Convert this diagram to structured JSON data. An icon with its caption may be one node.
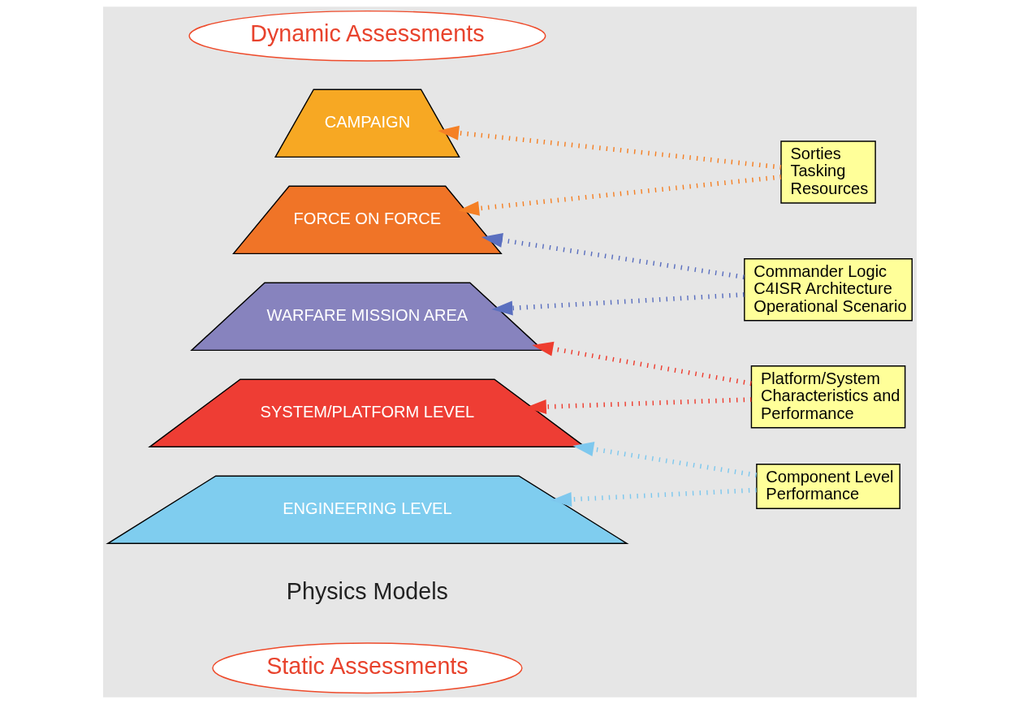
{
  "diagram": {
    "nodes": [
      {
        "text": [
          "Dynamic Assessments"
        ]
      },
      {
        "text": [
          "CAMPAIGN"
        ]
      },
      {
        "text": [
          "FORCE ON FORCE"
        ]
      },
      {
        "text": [
          "WARFARE MISSION AREA"
        ]
      },
      {
        "text": [
          "SYSTEM/PLATFORM LEVEL"
        ]
      },
      {
        "text": [
          "ENGINEERING LEVEL"
        ]
      },
      {
        "text": [
          "Sorties",
          "Tasking",
          "Resources"
        ]
      },
      {
        "text": [
          "Commander Logic",
          "C4ISR Architecture",
          "Operational Scenario"
        ]
      },
      {
        "text": [
          "Platform/System Characteristics and Performance"
        ]
      },
      {
        "text": [
          "Component Level Performance"
        ]
      },
      {
        "text": [
          "Static Assessments"
        ]
      }
    ],
    "edges": [
      {
        "from": 6,
        "to": 1,
        "arrow": "to",
        "color": "#f58025"
      },
      {
        "from": 6,
        "to": 2,
        "arrow": "to",
        "color": "#f58025"
      },
      {
        "from": 7,
        "to": 2,
        "arrow": "to",
        "color": "#5a6fbf"
      },
      {
        "from": 7,
        "to": 3,
        "arrow": "to",
        "color": "#5a6fbf"
      },
      {
        "from": 8,
        "to": 3,
        "arrow": "to",
        "color": "#ee3d2f"
      },
      {
        "from": 8,
        "to": 4,
        "arrow": "to",
        "color": "#ee3d2f"
      },
      {
        "from": 9,
        "to": 4,
        "arrow": "to",
        "color": "#7ec8ee"
      },
      {
        "from": 9,
        "to": 5,
        "arrow": "to",
        "color": "#7ec8ee"
      }
    ],
    "labels": [
      "Physics Models"
    ]
  }
}
